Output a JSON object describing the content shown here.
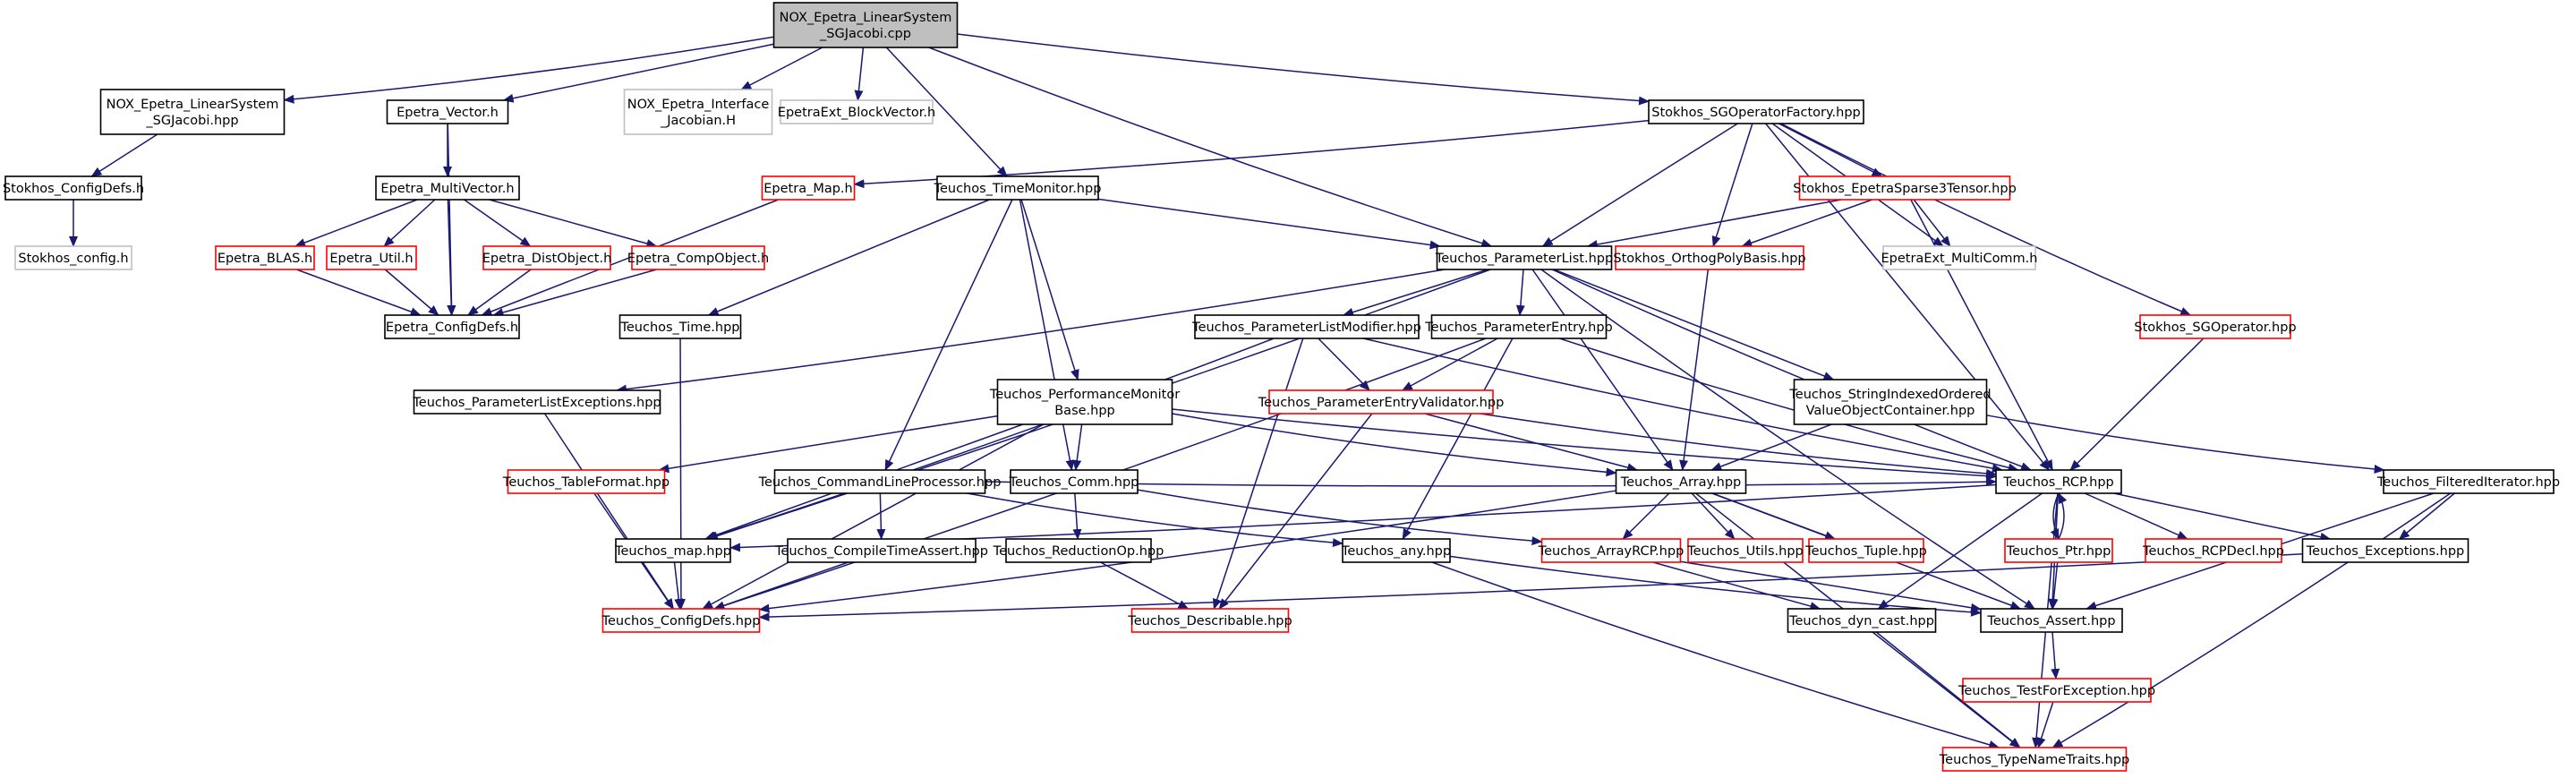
{
  "colors": {
    "edge": "#191970",
    "border_normal": "#000000",
    "border_missing": "#ff0000",
    "border_external": "#bfbfbf",
    "root_fill": "#bfbfbf",
    "text": "#000000"
  },
  "diagram": {
    "nodes": [
      {
        "id": "root",
        "style": "root",
        "lines": [
          "NOX_Epetra_LinearSystem",
          "_SGJacobi.cpp"
        ]
      },
      {
        "id": "sgjh",
        "style": "normal",
        "lines": [
          "NOX_Epetra_LinearSystem",
          "_SGJacobi.hpp"
        ]
      },
      {
        "id": "evec",
        "style": "normal",
        "lines": [
          "Epetra_Vector.h"
        ]
      },
      {
        "id": "noxjac",
        "style": "external",
        "lines": [
          "NOX_Epetra_Interface",
          "_Jacobian.H"
        ]
      },
      {
        "id": "blockvec",
        "style": "external",
        "lines": [
          "EpetraExt_BlockVector.h"
        ]
      },
      {
        "id": "sgopfac",
        "style": "normal",
        "lines": [
          "Stokhos_SGOperatorFactory.hpp"
        ]
      },
      {
        "id": "scfgdefs",
        "style": "normal",
        "lines": [
          "Stokhos_ConfigDefs.h"
        ]
      },
      {
        "id": "scfg",
        "style": "external",
        "lines": [
          "Stokhos_config.h"
        ]
      },
      {
        "id": "emv",
        "style": "normal",
        "lines": [
          "Epetra_MultiVector.h"
        ]
      },
      {
        "id": "emap",
        "style": "missing",
        "lines": [
          "Epetra_Map.h"
        ]
      },
      {
        "id": "timemon",
        "style": "normal",
        "lines": [
          "Teuchos_TimeMonitor.hpp"
        ]
      },
      {
        "id": "sparse3",
        "style": "missing",
        "lines": [
          "Stokhos_EpetraSparse3Tensor.hpp"
        ]
      },
      {
        "id": "eblas",
        "style": "missing",
        "lines": [
          "Epetra_BLAS.h"
        ]
      },
      {
        "id": "eutil",
        "style": "missing",
        "lines": [
          "Epetra_Util.h"
        ]
      },
      {
        "id": "edist",
        "style": "missing",
        "lines": [
          "Epetra_DistObject.h"
        ]
      },
      {
        "id": "ecomp",
        "style": "missing",
        "lines": [
          "Epetra_CompObject.h"
        ]
      },
      {
        "id": "plist",
        "style": "normal",
        "lines": [
          "Teuchos_ParameterList.hpp"
        ]
      },
      {
        "id": "orthopb",
        "style": "missing",
        "lines": [
          "Stokhos_OrthogPolyBasis.hpp"
        ]
      },
      {
        "id": "multicomm",
        "style": "external",
        "lines": [
          "EpetraExt_MultiComm.h"
        ]
      },
      {
        "id": "ecfg",
        "style": "normal",
        "lines": [
          "Epetra_ConfigDefs.h"
        ]
      },
      {
        "id": "ttime",
        "style": "normal",
        "lines": [
          "Teuchos_Time.hpp"
        ]
      },
      {
        "id": "plmod",
        "style": "normal",
        "lines": [
          "Teuchos_ParameterListModifier.hpp"
        ]
      },
      {
        "id": "pentry",
        "style": "normal",
        "lines": [
          "Teuchos_ParameterEntry.hpp"
        ]
      },
      {
        "id": "sgop",
        "style": "missing",
        "lines": [
          "Stokhos_SGOperator.hpp"
        ]
      },
      {
        "id": "plexc",
        "style": "normal",
        "lines": [
          "Teuchos_ParameterListExceptions.hpp"
        ]
      },
      {
        "id": "perfmon",
        "style": "normal",
        "lines": [
          "Teuchos_PerformanceMonitor",
          "Base.hpp"
        ]
      },
      {
        "id": "pev",
        "style": "missing",
        "lines": [
          "Teuchos_ParameterEntryValidator.hpp"
        ]
      },
      {
        "id": "sivoc",
        "style": "normal",
        "lines": [
          "Teuchos_StringIndexedOrdered",
          "ValueObjectContainer.hpp"
        ]
      },
      {
        "id": "tabfmt",
        "style": "missing",
        "lines": [
          "Teuchos_TableFormat.hpp"
        ]
      },
      {
        "id": "clp",
        "style": "normal",
        "lines": [
          "Teuchos_CommandLineProcessor.hpp"
        ]
      },
      {
        "id": "comm",
        "style": "normal",
        "lines": [
          "Teuchos_Comm.hpp"
        ]
      },
      {
        "id": "array",
        "style": "normal",
        "lines": [
          "Teuchos_Array.hpp"
        ]
      },
      {
        "id": "rcp",
        "style": "normal",
        "lines": [
          "Teuchos_RCP.hpp"
        ]
      },
      {
        "id": "filtit",
        "style": "normal",
        "lines": [
          "Teuchos_FilteredIterator.hpp"
        ]
      },
      {
        "id": "map",
        "style": "normal",
        "lines": [
          "Teuchos_map.hpp"
        ]
      },
      {
        "id": "cta",
        "style": "normal",
        "lines": [
          "Teuchos_CompileTimeAssert.hpp"
        ]
      },
      {
        "id": "redop",
        "style": "normal",
        "lines": [
          "Teuchos_ReductionOp.hpp"
        ]
      },
      {
        "id": "any",
        "style": "normal",
        "lines": [
          "Teuchos_any.hpp"
        ]
      },
      {
        "id": "arcp",
        "style": "missing",
        "lines": [
          "Teuchos_ArrayRCP.hpp"
        ]
      },
      {
        "id": "utils",
        "style": "missing",
        "lines": [
          "Teuchos_Utils.hpp"
        ]
      },
      {
        "id": "tuple",
        "style": "missing",
        "lines": [
          "Teuchos_Tuple.hpp"
        ]
      },
      {
        "id": "ptr",
        "style": "missing",
        "lines": [
          "Teuchos_Ptr.hpp"
        ]
      },
      {
        "id": "rcpdecl",
        "style": "missing",
        "lines": [
          "Teuchos_RCPDecl.hpp"
        ]
      },
      {
        "id": "exc",
        "style": "normal",
        "lines": [
          "Teuchos_Exceptions.hpp"
        ]
      },
      {
        "id": "tcfg",
        "style": "missing",
        "lines": [
          "Teuchos_ConfigDefs.hpp"
        ]
      },
      {
        "id": "descr",
        "style": "missing",
        "lines": [
          "Teuchos_Describable.hpp"
        ]
      },
      {
        "id": "dyncast",
        "style": "normal",
        "lines": [
          "Teuchos_dyn_cast.hpp"
        ]
      },
      {
        "id": "assert",
        "style": "normal",
        "lines": [
          "Teuchos_Assert.hpp"
        ]
      },
      {
        "id": "tfe",
        "style": "missing",
        "lines": [
          "Teuchos_TestForException.hpp"
        ]
      },
      {
        "id": "tnt",
        "style": "missing",
        "lines": [
          "Teuchos_TypeNameTraits.hpp"
        ]
      }
    ],
    "edges": [
      [
        "root",
        "sgjh"
      ],
      [
        "root",
        "evec"
      ],
      [
        "root",
        "noxjac"
      ],
      [
        "root",
        "blockvec"
      ],
      [
        "root",
        "timemon"
      ],
      [
        "root",
        "plist"
      ],
      [
        "root",
        "sgopfac"
      ],
      [
        "sgjh",
        "scfgdefs"
      ],
      [
        "scfgdefs",
        "scfg"
      ],
      [
        "evec",
        "emv"
      ],
      [
        "evec",
        "ecfg"
      ],
      [
        "emv",
        "eblas"
      ],
      [
        "emv",
        "eutil"
      ],
      [
        "emv",
        "edist"
      ],
      [
        "emv",
        "ecomp"
      ],
      [
        "emv",
        "ecfg"
      ],
      [
        "eblas",
        "ecfg"
      ],
      [
        "eutil",
        "ecfg"
      ],
      [
        "edist",
        "ecfg"
      ],
      [
        "ecomp",
        "ecfg"
      ],
      [
        "emap",
        "ecfg"
      ],
      [
        "sgopfac",
        "emap"
      ],
      [
        "sgopfac",
        "plist"
      ],
      [
        "sgopfac",
        "sparse3"
      ],
      [
        "sgopfac",
        "orthopb"
      ],
      [
        "sgopfac",
        "multicomm"
      ],
      [
        "sgopfac",
        "sgop"
      ],
      [
        "sgopfac",
        "rcp"
      ],
      [
        "sparse3",
        "plist"
      ],
      [
        "sparse3",
        "orthopb"
      ],
      [
        "sparse3",
        "multicomm"
      ],
      [
        "sparse3",
        "rcp"
      ],
      [
        "timemon",
        "plist"
      ],
      [
        "timemon",
        "ttime"
      ],
      [
        "timemon",
        "perfmon"
      ],
      [
        "timemon",
        "clp"
      ],
      [
        "timemon",
        "comm"
      ],
      [
        "ttime",
        "tcfg"
      ],
      [
        "plist",
        "plexc"
      ],
      [
        "plist",
        "plmod"
      ],
      [
        "plist",
        "pentry"
      ],
      [
        "plist",
        "sivoc"
      ],
      [
        "plist",
        "map"
      ],
      [
        "plist",
        "array"
      ],
      [
        "plist",
        "rcp"
      ],
      [
        "plist",
        "assert"
      ],
      [
        "plmod",
        "pev"
      ],
      [
        "plmod",
        "map"
      ],
      [
        "plmod",
        "rcp"
      ],
      [
        "plmod",
        "descr"
      ],
      [
        "pentry",
        "pev"
      ],
      [
        "pentry",
        "any"
      ],
      [
        "pentry",
        "rcp"
      ],
      [
        "pentry",
        "tcfg"
      ],
      [
        "pev",
        "array"
      ],
      [
        "pev",
        "rcp"
      ],
      [
        "pev",
        "descr"
      ],
      [
        "sivoc",
        "array"
      ],
      [
        "sivoc",
        "filtit"
      ],
      [
        "orthopb",
        "array"
      ],
      [
        "sgop",
        "rcp"
      ],
      [
        "plexc",
        "tcfg"
      ],
      [
        "perfmon",
        "tabfmt"
      ],
      [
        "perfmon",
        "comm"
      ],
      [
        "perfmon",
        "array"
      ],
      [
        "perfmon",
        "rcp"
      ],
      [
        "perfmon",
        "map"
      ],
      [
        "perfmon",
        "tcfg"
      ],
      [
        "tabfmt",
        "tcfg"
      ],
      [
        "clp",
        "map"
      ],
      [
        "clp",
        "cta"
      ],
      [
        "clp",
        "any"
      ],
      [
        "clp",
        "rcp"
      ],
      [
        "comm",
        "redop"
      ],
      [
        "comm",
        "arcp"
      ],
      [
        "redop",
        "descr"
      ],
      [
        "array",
        "arcp"
      ],
      [
        "array",
        "utils"
      ],
      [
        "array",
        "tuple"
      ],
      [
        "array",
        "assert"
      ],
      [
        "array",
        "tnt"
      ],
      [
        "array",
        "tcfg"
      ],
      [
        "rcp",
        "ptr"
      ],
      [
        "rcp",
        "rcpdecl"
      ],
      [
        "rcp",
        "exc"
      ],
      [
        "rcp",
        "map"
      ],
      [
        "rcp",
        "dyncast"
      ],
      [
        "rcp",
        "assert"
      ],
      [
        "rcp",
        "tnt"
      ],
      [
        "ptr",
        "rcp"
      ],
      [
        "ptr",
        "assert"
      ],
      [
        "filtit",
        "exc"
      ],
      [
        "filtit",
        "assert"
      ],
      [
        "filtit",
        "tnt"
      ],
      [
        "exc",
        "tcfg"
      ],
      [
        "map",
        "tcfg"
      ],
      [
        "cta",
        "tcfg"
      ],
      [
        "any",
        "assert"
      ],
      [
        "any",
        "tnt"
      ],
      [
        "arcp",
        "dyncast"
      ],
      [
        "arcp",
        "assert"
      ],
      [
        "dyncast",
        "tnt"
      ],
      [
        "assert",
        "tfe"
      ],
      [
        "tfe",
        "tnt"
      ]
    ]
  }
}
